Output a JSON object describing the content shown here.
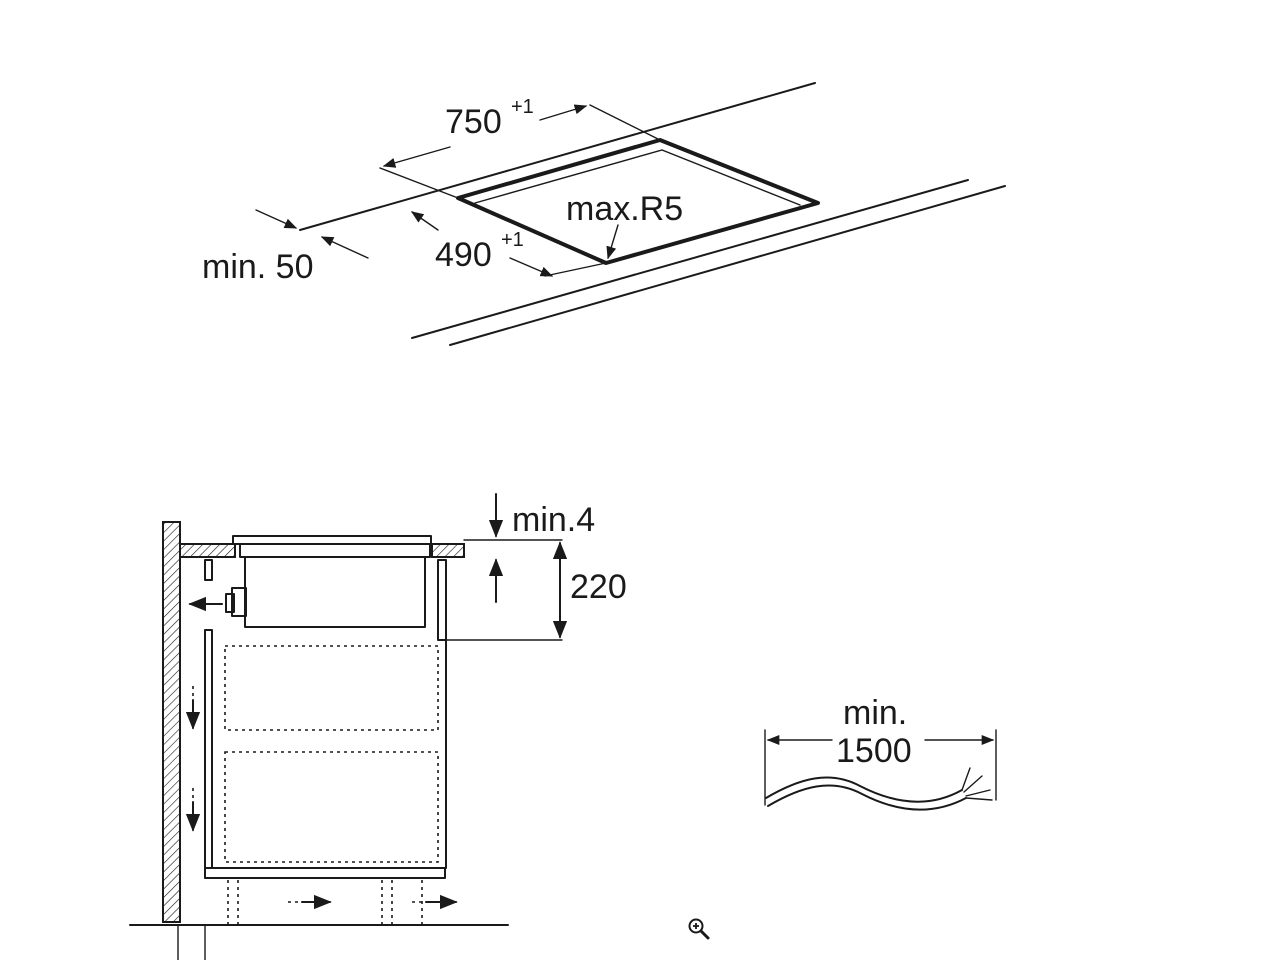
{
  "top_view": {
    "width_value": "750",
    "width_tolerance": "+1",
    "depth_value": "490",
    "depth_tolerance": "+1",
    "radius_label": "max.R5",
    "edge_distance_label": "min. 50"
  },
  "side_view": {
    "gap_label": "min.4",
    "height_label": "220"
  },
  "cable": {
    "label_line1": "min.",
    "label_line2": "1500"
  },
  "icons": {
    "zoom": "magnifier-plus-icon"
  }
}
